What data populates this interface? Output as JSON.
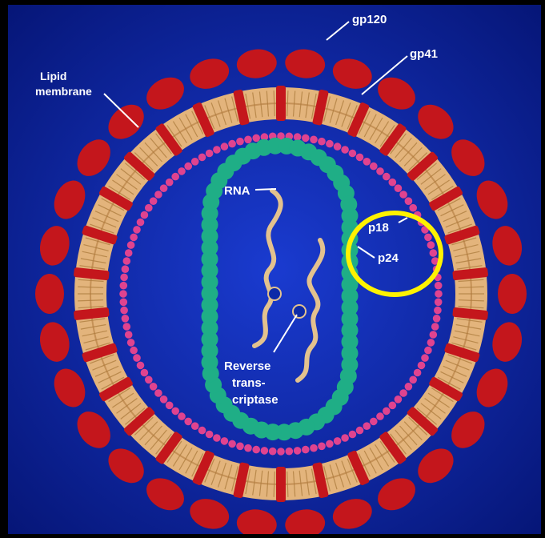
{
  "diagram": {
    "labels": {
      "gp120": "gp120",
      "gp41": "gp41",
      "lipid_line1": "Lipid",
      "lipid_line2": "membrane",
      "rna": "RNA",
      "p18": "p18",
      "p24": "p24",
      "rt_line1": "Reverse",
      "rt_line2": "trans-",
      "rt_line3": "criptase"
    },
    "colors": {
      "background": "#0a1d8c",
      "envelope_protein": "#c4161c",
      "lipid_bilayer": "#e3b47c",
      "matrix_beads": "#e0438f",
      "capsid_beads": "#1fae86",
      "rna": "#e3c28e",
      "highlight": "#fff200",
      "label_text": "#ffffff"
    },
    "icons": {
      "highlight": "highlight-circle-icon"
    }
  }
}
